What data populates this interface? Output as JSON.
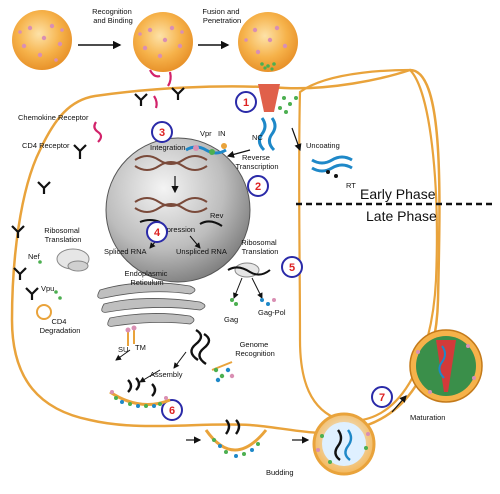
{
  "labels": {
    "recognition_binding": [
      "Recognition",
      "and Binding"
    ],
    "fusion_penetration": [
      "Fusion and",
      "Penetration"
    ],
    "chemokine_receptor": "Chemokine Receptor",
    "cd4_receptor": "CD4 Receptor",
    "vpr": "Vpr",
    "in": "IN",
    "nc": "NC",
    "integration": "Integration",
    "reverse_transcription": [
      "Reverse",
      "Transcription"
    ],
    "uncoating": "Uncoating",
    "rt": "RT",
    "expression": "Expression",
    "rev": "Rev",
    "spliced_rna": "Spliced RNA",
    "unspliced_rna": "Unspliced RNA",
    "ribosomal_translation_left": [
      "Ribosomal",
      "Translation"
    ],
    "ribosomal_translation_right": [
      "Ribosomal",
      "Translation"
    ],
    "nef": "Nef",
    "vpu": "Vpu",
    "endoplasmic_reticulum": [
      "Endoplasmic",
      "Reticulum"
    ],
    "cd4_degradation": [
      "CD4",
      "Degradation"
    ],
    "su": "SU",
    "tm": "TM",
    "gag": "Gag",
    "gag_pol": "Gag-Pol",
    "genome_recognition": [
      "Genome",
      "Recognition"
    ],
    "assembly": "Assembly",
    "budding": "Budding",
    "maturation": "Maturation"
  },
  "phases": {
    "early": "Early Phase",
    "late": "Late Phase"
  },
  "steps": [
    "1",
    "2",
    "3",
    "4",
    "5",
    "6",
    "7"
  ],
  "colors": {
    "virion": "#f6b24a",
    "membrane": "#e9a33b",
    "step_ring": "#2a2aa8",
    "step_text": "#d22222"
  }
}
